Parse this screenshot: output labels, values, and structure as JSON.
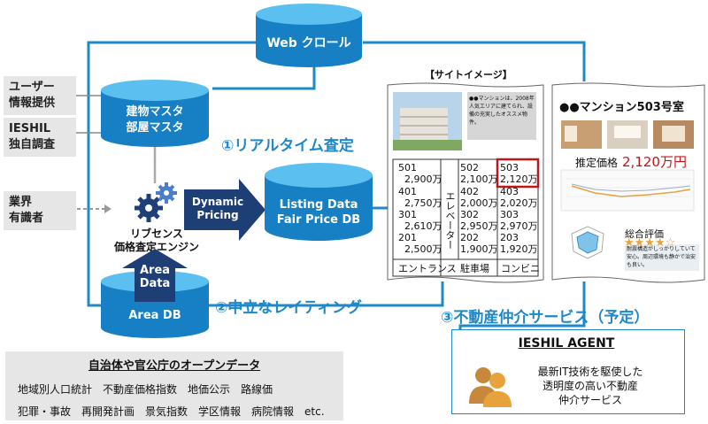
{
  "web_crawl": "Web クロール",
  "sources": {
    "user": [
      "ユーザー",
      "情報提供"
    ],
    "ieshil": [
      "IESHIL",
      "独自調査"
    ],
    "expert": [
      "業界",
      "有識者"
    ]
  },
  "master_db": [
    "建物マスタ",
    "部屋マスタ"
  ],
  "engine": [
    "リブセンス",
    "価格査定エンジン"
  ],
  "dynamic_pricing": [
    "Dynamic",
    "Pricing"
  ],
  "listing_db": [
    "Listing Data",
    "Fair Price DB"
  ],
  "area_data": [
    "Area",
    "Data"
  ],
  "area_db": "Area DB",
  "labels": {
    "realtime": "①リアルタイム査定",
    "rating": "②中立なレイティング",
    "agency": "③不動産仲介サービス（予定）"
  },
  "site_image": {
    "title": "【サイトイメージ】",
    "desc": "●●マンションは、2008年人気エリアに建てられ、設備の充実したオススメ物件。",
    "elevator": "エレベーター",
    "rooms": [
      [
        "501",
        "2,900万"
      ],
      [
        "502",
        "2,100万"
      ],
      [
        "503",
        "2,120万"
      ],
      [
        "401",
        "2,750万"
      ],
      [
        "402",
        "2,000万"
      ],
      [
        "403",
        "2,020万"
      ],
      [
        "301",
        "2,610万"
      ],
      [
        "302",
        "2,950万"
      ],
      [
        "303",
        "2,970万"
      ],
      [
        "201",
        "2,500万"
      ],
      [
        "202",
        "1,900万"
      ],
      [
        "203",
        "1,920万"
      ]
    ],
    "ground": [
      "エントランス",
      "駐車場",
      "コンビニ"
    ]
  },
  "detail": {
    "title": "●●マンション503号室",
    "price_label": "推定価格",
    "price": "2,120万円",
    "rating_label": "総合評価",
    "stars": "★★★★☆",
    "comment": "耐震構造がしっかりしていて安心。周辺環境も静かで治安も良い。"
  },
  "agent": {
    "title": "IESHIL AGENT",
    "lines": [
      "最新IT技術を駆使した",
      "透明度の高い不動産",
      "仲介サービス"
    ]
  },
  "open_data": {
    "title": "自治体や官公庁のオープンデータ",
    "row1": "地域別人口統計　不動産価格指数　地価公示　路線価",
    "row2": "犯罪・事故　再開発計画　景気指数　学区情報　病院情報　etc."
  },
  "colors": {
    "accent": "#1e88c8",
    "cyl_light": "#2aa3e2",
    "cyl_dark": "#1780c4",
    "arrow_navy": "#1d3f76",
    "highlight": "#c0161a"
  }
}
